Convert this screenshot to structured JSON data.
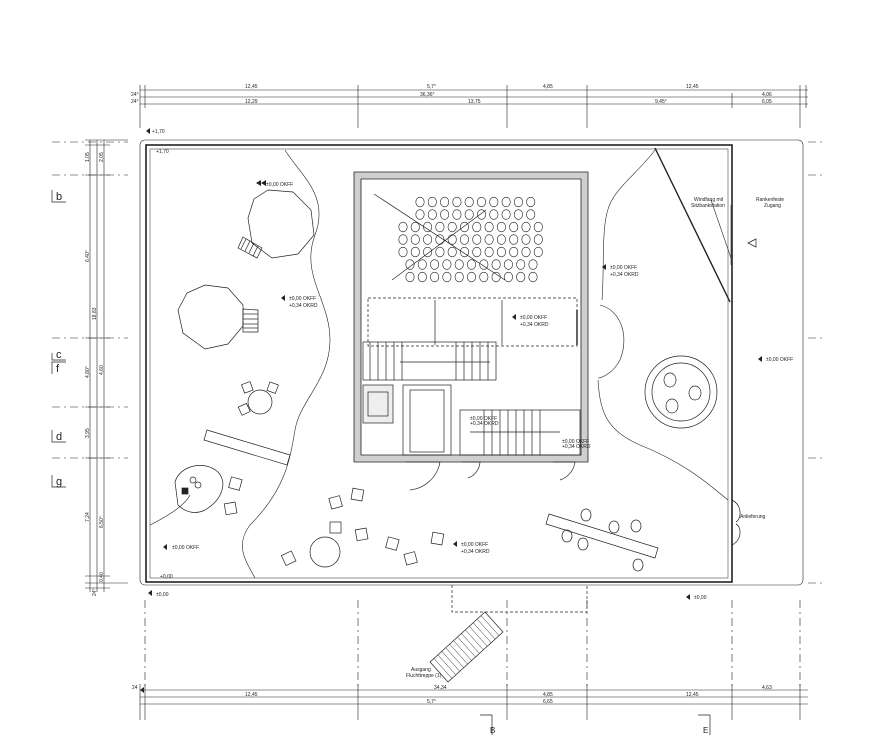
{
  "dimensions": {
    "top_row1": [
      "12,45",
      "5,7°",
      "4,85",
      "12,45"
    ],
    "top_row2": [
      "36,36°"
    ],
    "top_row3": [
      "12,29",
      "13,75",
      "9,45°",
      "4,06",
      "6,05"
    ],
    "top_left_small": [
      "24°",
      "24°"
    ],
    "bottom_total": "34,34",
    "bottom_row1": [
      "12,45",
      "4,85",
      "12,45"
    ],
    "bottom_row2": [
      "5,7°",
      "6,65",
      "4,63"
    ],
    "bottom_left_small": "24",
    "left_outer": [
      "1,05",
      "18,83",
      "24°"
    ],
    "left_mid": [
      "6,40°",
      "4,80°",
      "3,95",
      "7,24"
    ],
    "left_inner": [
      "2,05",
      "4,60",
      "6,50°",
      "0,40"
    ]
  },
  "axes": [
    "b",
    "c",
    "f",
    "d",
    "g"
  ],
  "bottom_axis_markers": [
    "B",
    "E"
  ],
  "levels": {
    "tl_ext": "+1,70",
    "tl_int": "+1,70",
    "garden_top": "±0,00 OKFF",
    "garden_mid_1": "±0,00 OKFF",
    "garden_mid_2": "+0,34 OKRD",
    "auditorium_1": "±0,00 OKFF",
    "auditorium_2": "+0,34 OKRD",
    "east_corr_1": "±0,00 OKFF",
    "east_corr_2": "+0,34 OKRD",
    "right_field": "±0,00 OKFF",
    "core_1": "±0,00 OKFF",
    "core_2": "+0,34 OKRD",
    "core_3": "±0,00 OKFF",
    "core_4": "+0,34 OKRD",
    "bottom_left": "±0,00 OKFF",
    "lower_mid_1": "±0,00 OKFF",
    "lower_mid_2": "+0,34 OKRD",
    "bottom_edge": "+0,00",
    "ext_bl": "±0,00",
    "ext_br": "±0,00"
  },
  "annotations": {
    "window_line1": "Windfang mit",
    "window_line2": "Sitzbankstation",
    "ramp_line1": "Rankenfeste",
    "ramp_line2": "Zugang",
    "delivery": "Anlieferung",
    "exit_line1": "Ausgang",
    "exit_line2": "Fluchttreppe (1)"
  },
  "colors": {
    "line": "#222222",
    "wall_fill": "#cfcfcf"
  }
}
